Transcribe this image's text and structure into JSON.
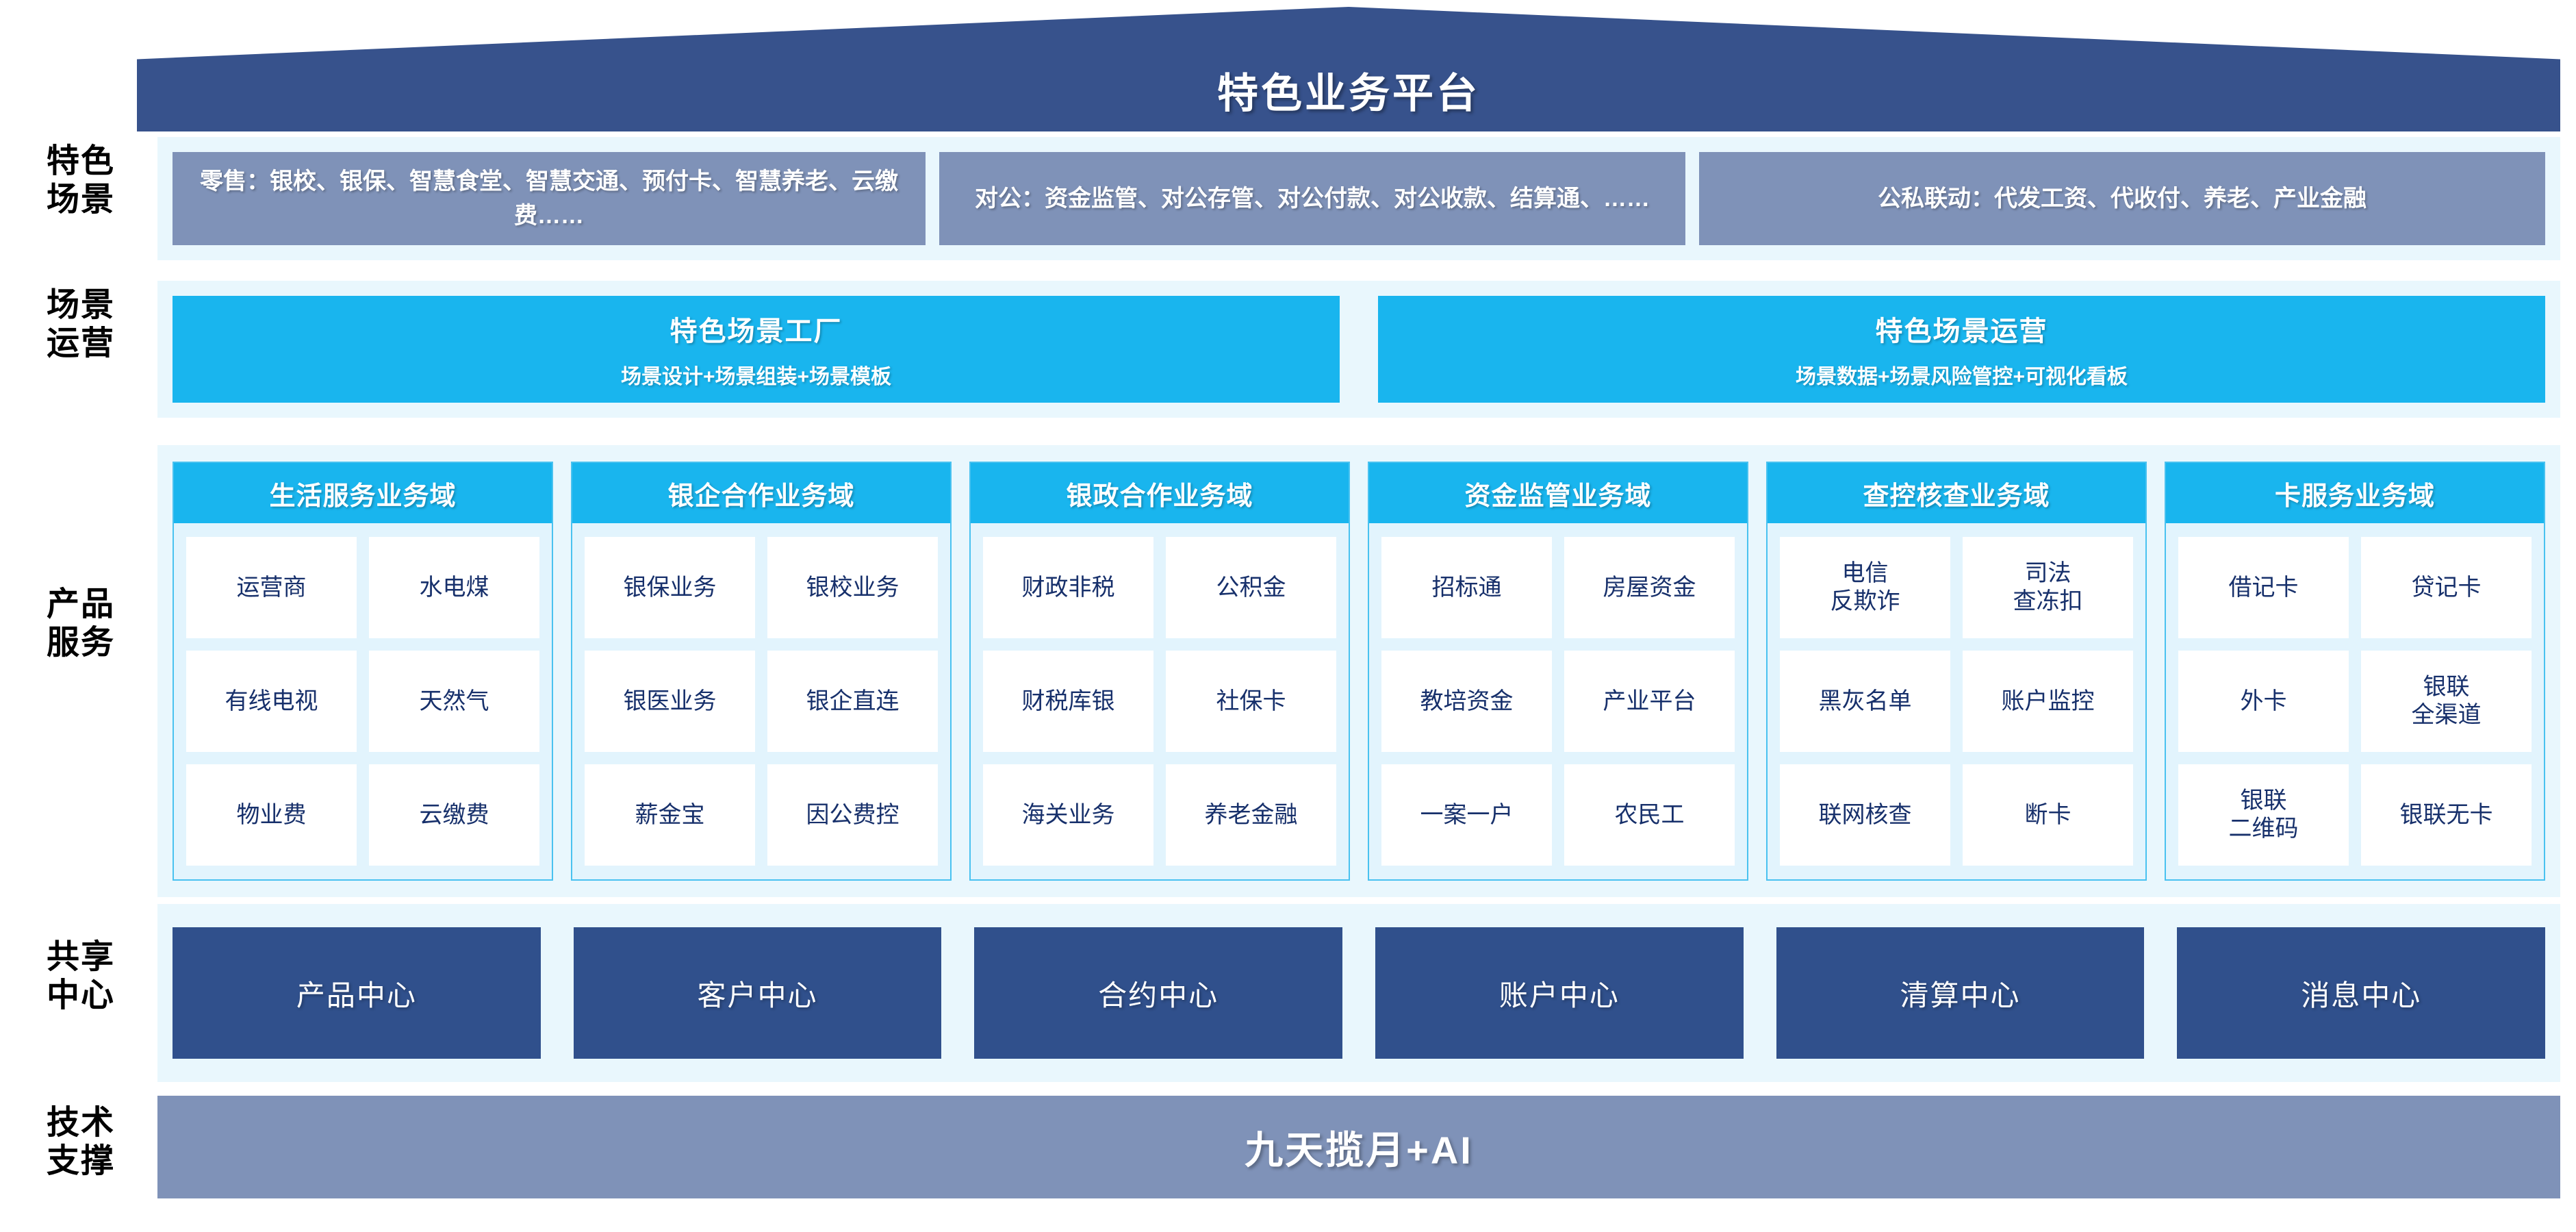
{
  "roof": {
    "title": "特色业务平台"
  },
  "rails": {
    "scenario": "特色\n场景",
    "operations": "场景\n运营",
    "product": "产品\n服务",
    "shared": "共享\n中心",
    "tech": "技术\n支撑"
  },
  "scenario_band": {
    "boxes": [
      {
        "label": "零售：银校、银保、智慧食堂、智慧交通、预付卡、智慧养老、云缴费……"
      },
      {
        "label": "对公：资金监管、对公存管、对公付款、对公收款、结算通、……"
      },
      {
        "label": "公私联动：代发工资、代收付、养老、产业金融"
      }
    ]
  },
  "operations_band": {
    "boxes": [
      {
        "title": "特色场景工厂",
        "subtitle": "场景设计+场景组装+场景模板"
      },
      {
        "title": "特色场景运营",
        "subtitle": "场景数据+场景风险管控+可视化看板"
      }
    ]
  },
  "product_band": {
    "columns": [
      {
        "header": "生活服务业务域",
        "cells": [
          "运营商",
          "水电煤",
          "有线电视",
          "天然气",
          "物业费",
          "云缴费"
        ]
      },
      {
        "header": "银企合作业务域",
        "cells": [
          "银保业务",
          "银校业务",
          "银医业务",
          "银企直连",
          "薪金宝",
          "因公费控"
        ]
      },
      {
        "header": "银政合作业务域",
        "cells": [
          "财政非税",
          "公积金",
          "财税库银",
          "社保卡",
          "海关业务",
          "养老金融"
        ]
      },
      {
        "header": "资金监管业务域",
        "cells": [
          "招标通",
          "房屋资金",
          "教培资金",
          "产业平台",
          "一案一户",
          "农民工"
        ]
      },
      {
        "header": "查控核查业务域",
        "cells": [
          "电信\n反欺诈",
          "司法\n查冻扣",
          "黑灰名单",
          "账户监控",
          "联网核查",
          "断卡"
        ]
      },
      {
        "header": "卡服务业务域",
        "cells": [
          "借记卡",
          "贷记卡",
          "外卡",
          "银联\n全渠道",
          "银联\n二维码",
          "银联无卡"
        ]
      }
    ]
  },
  "shared_band": {
    "boxes": [
      "产品中心",
      "客户中心",
      "合约中心",
      "账户中心",
      "清算中心",
      "消息中心"
    ]
  },
  "tech_band": {
    "label": "九天揽月+AI"
  },
  "colors": {
    "roof_navy": "#37528c",
    "scenario_slate": "#7f92b8",
    "cyan": "#19b5ee",
    "band_bg": "#e9f7fd",
    "shared_navy": "#30508c",
    "cell_text": "#17306b"
  }
}
